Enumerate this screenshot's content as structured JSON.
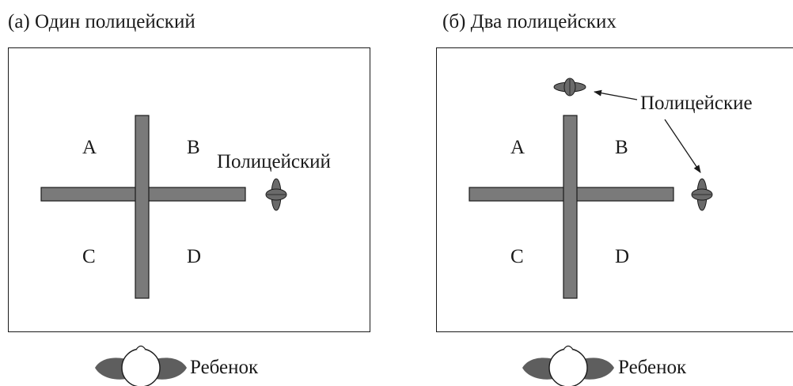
{
  "panel_a": {
    "caption": "(а) Один полицейский",
    "quadrants": {
      "a": "A",
      "b": "B",
      "c": "C",
      "d": "D"
    },
    "police_label": "Полицейский",
    "child_label": "Ребенок"
  },
  "panel_b": {
    "caption": "(б) Два полицейских",
    "quadrants": {
      "a": "A",
      "b": "B",
      "c": "C",
      "d": "D"
    },
    "police_label": "Полицейские",
    "child_label": "Ребенок"
  },
  "colors": {
    "wall": "#7a7a7a",
    "police": "#6a6a6a",
    "ink": "#1a1a1a"
  }
}
